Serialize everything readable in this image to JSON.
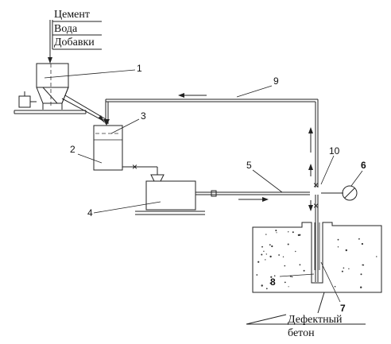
{
  "inputs": {
    "cement": "Цемент",
    "water": "Вода",
    "additives": "Добавки"
  },
  "labels": {
    "n1": "1",
    "n2": "2",
    "n3": "3",
    "n4": "4",
    "n5": "5",
    "n6": "6",
    "n7": "7",
    "n8": "8",
    "n9": "9",
    "n10": "10"
  },
  "defect": {
    "line1": "Дефектный",
    "line2": "бетон"
  }
}
